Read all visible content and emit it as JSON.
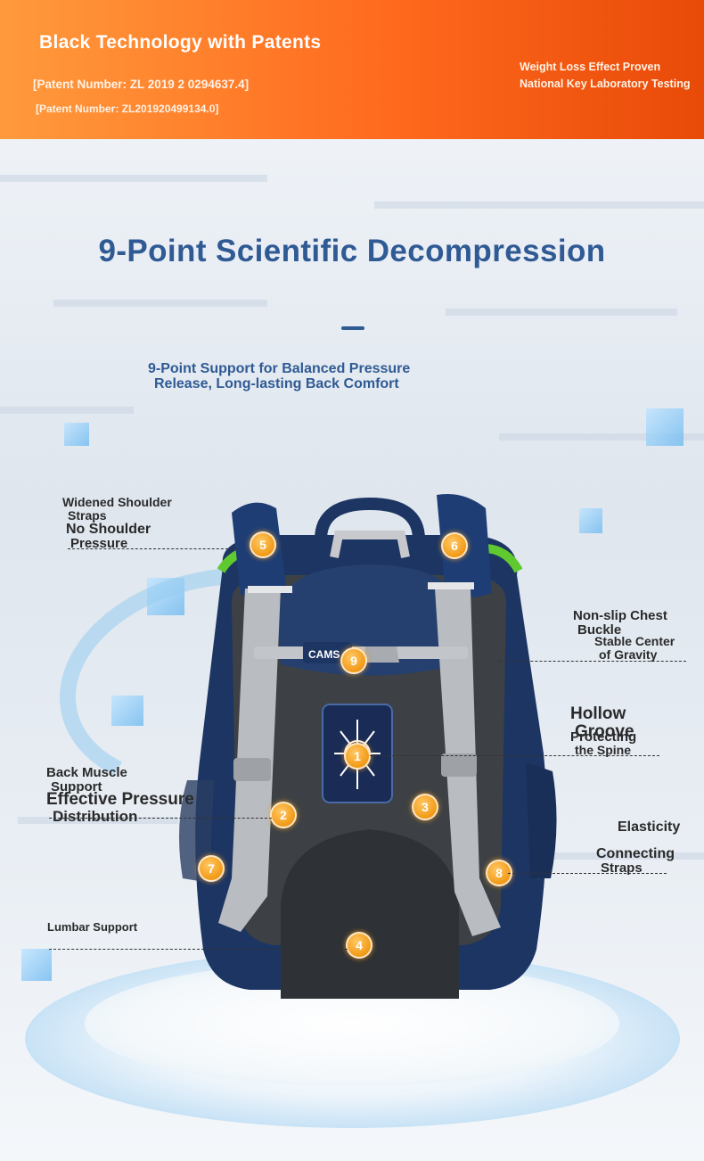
{
  "banner": {
    "title": "Black Technology with Patents",
    "patent_1": "[Patent Number: ZL 2019 2 0294637.4]",
    "patent_2": "[Patent Number: ZL201920499134.0]",
    "right_line_1": "Weight Loss Effect Proven",
    "right_line_2": "National Key Laboratory Testing"
  },
  "heading": {
    "title": "9-Point Scientific Decompression",
    "subtitle_line_1": "9-Point Support for Balanced Pressure",
    "subtitle_line_2": "Release, Long-lasting Back Comfort"
  },
  "product": {
    "brand": "CAMS"
  },
  "callouts": {
    "shoulder_line_1": "Widened Shoulder",
    "shoulder_line_2": "Straps",
    "shoulder_line_3": "No Shoulder",
    "shoulder_line_4": "Pressure",
    "chest_line_1": "Non-slip Chest",
    "chest_line_2": "Buckle",
    "chest_line_3": "Stable Center",
    "chest_line_4": "of Gravity",
    "hollow_line_1": "Hollow",
    "hollow_line_2": "Groove",
    "hollow_line_3": "Protecting",
    "hollow_line_4": "the Spine",
    "back_line_1": "Back Muscle",
    "back_line_2": "Support",
    "back_line_3": "Effective Pressure",
    "back_line_4": "Distribution",
    "elasticity": "Elasticity",
    "connecting_line_1": "Connecting",
    "connecting_line_2": "Straps",
    "lumbar": "Lumbar Support"
  },
  "points": [
    "1",
    "2",
    "3",
    "4",
    "5",
    "6",
    "7",
    "8",
    "9"
  ],
  "colors": {
    "banner_orange": "#ff6a1e",
    "title_blue": "#2f5a94",
    "backpack_navy": "#1d3563",
    "strap_grey": "#b9bcc0",
    "accent_green": "#5fc92f",
    "point_orange": "#f29a16"
  }
}
